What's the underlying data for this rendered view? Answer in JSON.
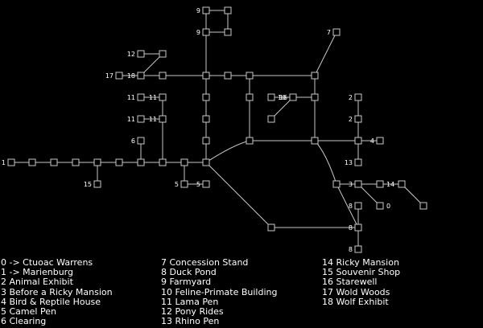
{
  "map": {
    "nodes": [
      {
        "id": "a1",
        "label": "1"
      },
      {
        "id": "a2",
        "label": ""
      },
      {
        "id": "a3",
        "label": ""
      },
      {
        "id": "a4",
        "label": ""
      },
      {
        "id": "a5",
        "label": ""
      },
      {
        "id": "a6",
        "label": ""
      },
      {
        "id": "a7",
        "label": ""
      },
      {
        "id": "a8",
        "label": ""
      },
      {
        "id": "a9",
        "label": ""
      },
      {
        "id": "a10",
        "label": ""
      },
      {
        "id": "n15",
        "label": "15"
      },
      {
        "id": "n6",
        "label": "6"
      },
      {
        "id": "n5a",
        "label": "5"
      },
      {
        "id": "n5b",
        "label": "5"
      },
      {
        "id": "n11a",
        "label": "11"
      },
      {
        "id": "n11b",
        "label": "11"
      },
      {
        "id": "n11c",
        "label": "11"
      },
      {
        "id": "n11d",
        "label": "11"
      },
      {
        "id": "n12",
        "label": "12"
      },
      {
        "id": "p12",
        "label": ""
      },
      {
        "id": "n17",
        "label": "17"
      },
      {
        "id": "n18",
        "label": "18"
      },
      {
        "id": "h1",
        "label": ""
      },
      {
        "id": "h2",
        "label": ""
      },
      {
        "id": "h3",
        "label": ""
      },
      {
        "id": "h4",
        "label": ""
      },
      {
        "id": "h5",
        "label": ""
      },
      {
        "id": "c1",
        "label": ""
      },
      {
        "id": "c2",
        "label": ""
      },
      {
        "id": "c3",
        "label": ""
      },
      {
        "id": "n9a",
        "label": "9"
      },
      {
        "id": "n9b",
        "label": "9"
      },
      {
        "id": "n9c",
        "label": ""
      },
      {
        "id": "n9d",
        "label": ""
      },
      {
        "id": "n7",
        "label": "7"
      },
      {
        "id": "m1",
        "label": ""
      },
      {
        "id": "n10",
        "label": "10"
      },
      {
        "id": "n16",
        "label": "16"
      },
      {
        "id": "s16",
        "label": ""
      },
      {
        "id": "m2",
        "label": ""
      },
      {
        "id": "r1",
        "label": ""
      },
      {
        "id": "r2",
        "label": ""
      },
      {
        "id": "n2a",
        "label": "2"
      },
      {
        "id": "n2b",
        "label": "2"
      },
      {
        "id": "n4",
        "label": "4"
      },
      {
        "id": "r3",
        "label": ""
      },
      {
        "id": "n13",
        "label": "13"
      },
      {
        "id": "r4",
        "label": ""
      },
      {
        "id": "n3",
        "label": "3"
      },
      {
        "id": "n14",
        "label": "14"
      },
      {
        "id": "e1",
        "label": ""
      },
      {
        "id": "e2",
        "label": ""
      },
      {
        "id": "n0",
        "label": "0"
      },
      {
        "id": "b1",
        "label": ""
      },
      {
        "id": "n8a",
        "label": "8"
      },
      {
        "id": "n8b",
        "label": "8"
      },
      {
        "id": "n8c",
        "label": "8"
      }
    ],
    "edges": [
      [
        "a1",
        "a2"
      ],
      [
        "a2",
        "a3"
      ],
      [
        "a3",
        "a4"
      ],
      [
        "a4",
        "a5"
      ],
      [
        "a5",
        "a6"
      ],
      [
        "a6",
        "a7"
      ],
      [
        "a7",
        "a8"
      ],
      [
        "a8",
        "a9"
      ],
      [
        "a9",
        "a10"
      ],
      [
        "a5",
        "n15"
      ],
      [
        "a7",
        "n6"
      ],
      [
        "a9",
        "n5a"
      ],
      [
        "n5a",
        "n5b"
      ],
      [
        "n11a",
        "n11b"
      ],
      [
        "n11c",
        "n11d"
      ],
      [
        "n11b",
        "n11d"
      ],
      [
        "n11d",
        "a8"
      ],
      [
        "n12",
        "p12"
      ],
      [
        "p12",
        "n18"
      ],
      [
        "n17",
        "n18"
      ],
      [
        "n18",
        "h1"
      ],
      [
        "h1",
        "h2"
      ],
      [
        "h2",
        "h3"
      ],
      [
        "h3",
        "h4"
      ],
      [
        "h4",
        "h5"
      ],
      [
        "h2",
        "c1"
      ],
      [
        "c1",
        "c2"
      ],
      [
        "c2",
        "c3"
      ],
      [
        "c3",
        "a10"
      ],
      [
        "h2",
        "n9a"
      ],
      [
        "n9a",
        "n9b"
      ],
      [
        "n9a",
        "n9c"
      ],
      [
        "n9b",
        "n9d"
      ],
      [
        "n9c",
        "n9d"
      ],
      [
        "h5",
        "n7"
      ],
      [
        "h4",
        "m1"
      ],
      [
        "m1",
        "m2"
      ],
      [
        "h5",
        "r2"
      ],
      [
        "n10",
        "n16"
      ],
      [
        "n16",
        "s16"
      ],
      [
        "n16",
        "r1"
      ],
      [
        "a10",
        "m2"
      ],
      [
        "m2",
        "r2"
      ],
      [
        "r2",
        "r3"
      ],
      [
        "n2a",
        "n2b"
      ],
      [
        "n2b",
        "r3"
      ],
      [
        "r3",
        "n4"
      ],
      [
        "r3",
        "n13"
      ],
      [
        "r2",
        "r4"
      ],
      [
        "r4",
        "n3"
      ],
      [
        "n3",
        "n14"
      ],
      [
        "n14",
        "e1"
      ],
      [
        "e1",
        "e2"
      ],
      [
        "n3",
        "n0"
      ],
      [
        "a10",
        "b1"
      ],
      [
        "b1",
        "n8b"
      ],
      [
        "r4",
        "n8b"
      ],
      [
        "n8a",
        "n8b"
      ],
      [
        "n8b",
        "n8c"
      ]
    ]
  },
  "legend": {
    "columns": [
      [
        "0 -> Ctuoac Warrens",
        "1 -> Marienburg",
        "2 Animal Exhibit",
        "3 Before a Ricky Mansion",
        "4 Bird & Reptile House",
        "5 Camel Pen",
        "6 Clearing"
      ],
      [
        "7 Concession Stand",
        "8 Duck Pond",
        "9 Farmyard",
        "10 Feline-Primate Building",
        "11 Lama Pen",
        "12 Pony Rides",
        "13 Rhino Pen"
      ],
      [
        "14 Ricky Mansion",
        "15 Souvenir Shop",
        "16 Starewell",
        "17 Wold Woods",
        "18 Wolf Exhibit"
      ]
    ]
  }
}
